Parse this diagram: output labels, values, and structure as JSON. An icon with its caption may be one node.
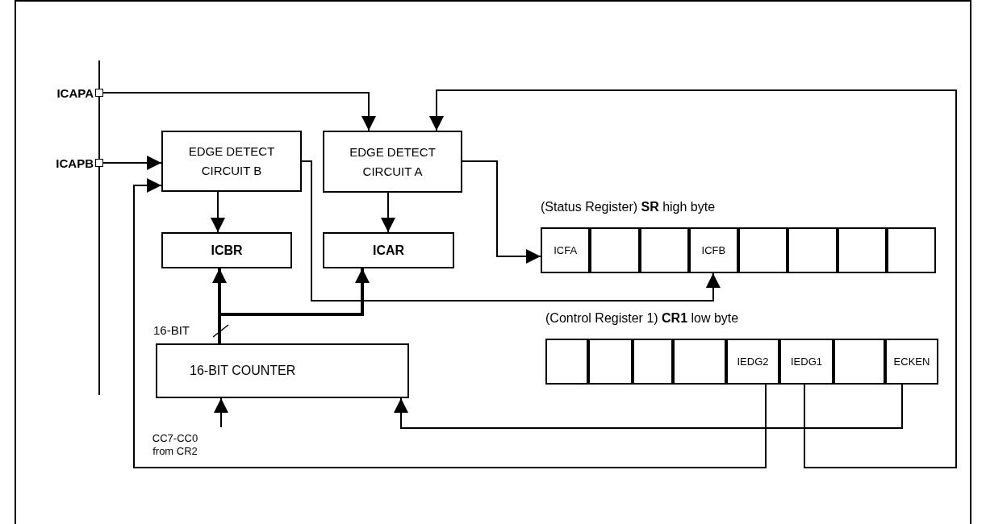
{
  "diagram": {
    "nodes": [
      {
        "text": [
          "ICAPA"
        ]
      },
      {
        "text": [
          "ICAPB"
        ]
      },
      {
        "text": [
          "EDGE DETECT CIRCUIT B"
        ]
      },
      {
        "text": [
          "EDGE DETECT CIRCUIT A"
        ]
      },
      {
        "text": [
          "ICBR"
        ]
      },
      {
        "text": [
          "ICAR"
        ]
      },
      {
        "text": [
          "(Status Register) **SR** high byte"
        ]
      },
      {
        "text": [
          "ICFA"
        ],
        "in": 6
      },
      {
        "text": [],
        "shape": "box",
        "in": 6
      },
      {
        "text": [],
        "shape": "box",
        "in": 6
      },
      {
        "text": [
          "ICFB"
        ],
        "in": 6
      },
      {
        "text": [],
        "shape": "box",
        "in": 6
      },
      {
        "text": [],
        "shape": "box",
        "in": 6
      },
      {
        "text": [],
        "shape": "box",
        "in": 6
      },
      {
        "text": [],
        "shape": "box",
        "in": 6
      },
      {
        "text": [
          "(Control Register 1) **CR1** low byte"
        ]
      },
      {
        "text": [],
        "shape": "box",
        "in": 15
      },
      {
        "text": [],
        "shape": "box",
        "in": 15
      },
      {
        "text": [],
        "shape": "box",
        "in": 15
      },
      {
        "text": [],
        "shape": "box",
        "in": 15
      },
      {
        "text": [
          "IEDG2"
        ],
        "in": 15
      },
      {
        "text": [
          "IEDG1"
        ],
        "in": 15
      },
      {
        "text": [],
        "shape": "box",
        "in": 15
      },
      {
        "text": [
          "ECKEN"
        ],
        "in": 15
      },
      {
        "text": [
          "16-BIT COUNTER"
        ]
      },
      {
        "text": [
          "CC7-CC0 from CR2"
        ]
      }
    ],
    "edges": [
      {
        "from": 0,
        "to": 3,
        "arrow": "to"
      },
      {
        "from": 1,
        "to": 2,
        "arrow": "to"
      },
      {
        "from": 2,
        "to": 4,
        "arrow": "to"
      },
      {
        "from": 3,
        "to": 5,
        "arrow": "to"
      },
      {
        "from": 3,
        "to": 7,
        "arrow": "to"
      },
      {
        "from": 2,
        "to": 10,
        "arrow": "to"
      },
      {
        "from": 24,
        "to": 4,
        "arrow": "to",
        "style": "thick"
      },
      {
        "from": 24,
        "to": 5,
        "arrow": "to",
        "style": "thick"
      },
      {
        "from": 25,
        "to": 24,
        "arrow": "to"
      },
      {
        "from": 23,
        "to": 24,
        "arrow": "to"
      },
      {
        "from": 20,
        "to": 2,
        "arrow": "to"
      },
      {
        "from": 21,
        "to": 3,
        "arrow": "to"
      }
    ],
    "labels": [
      "16-BIT"
    ]
  }
}
